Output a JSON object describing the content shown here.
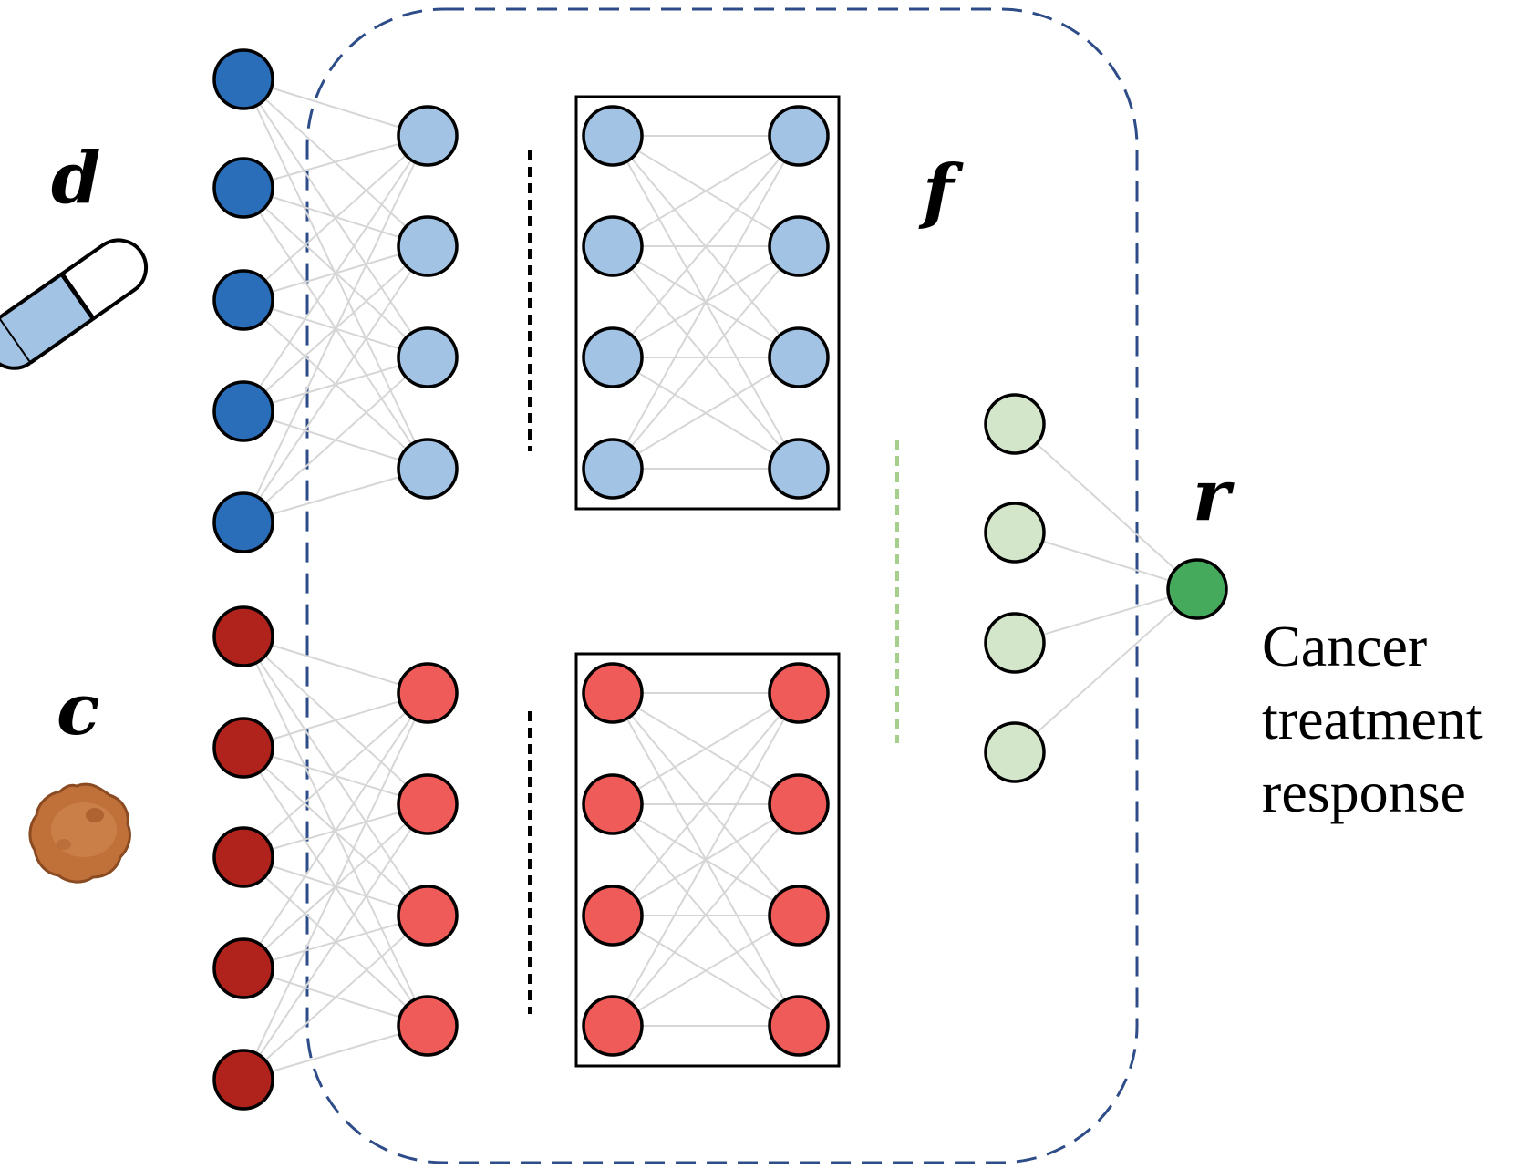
{
  "labels": {
    "drug": "d",
    "cell": "c",
    "function": "f",
    "response": "r",
    "output_line1": "Cancer",
    "output_line2": "treatment",
    "output_line3": "response"
  },
  "colors": {
    "drug_input": "#2a6db8",
    "drug_hidden": "#a3c3e4",
    "cell_input": "#b0231c",
    "cell_hidden": "#ee5b58",
    "fusion": "#d3e6c9",
    "response": "#45aa5c",
    "boundary": "#2e4c88",
    "green_dash": "#a6cf8e",
    "pill_left": "#a3c3e4",
    "cell_icon": "#c0713a"
  },
  "icons": [
    "pill-icon",
    "cancer-cell-icon"
  ]
}
